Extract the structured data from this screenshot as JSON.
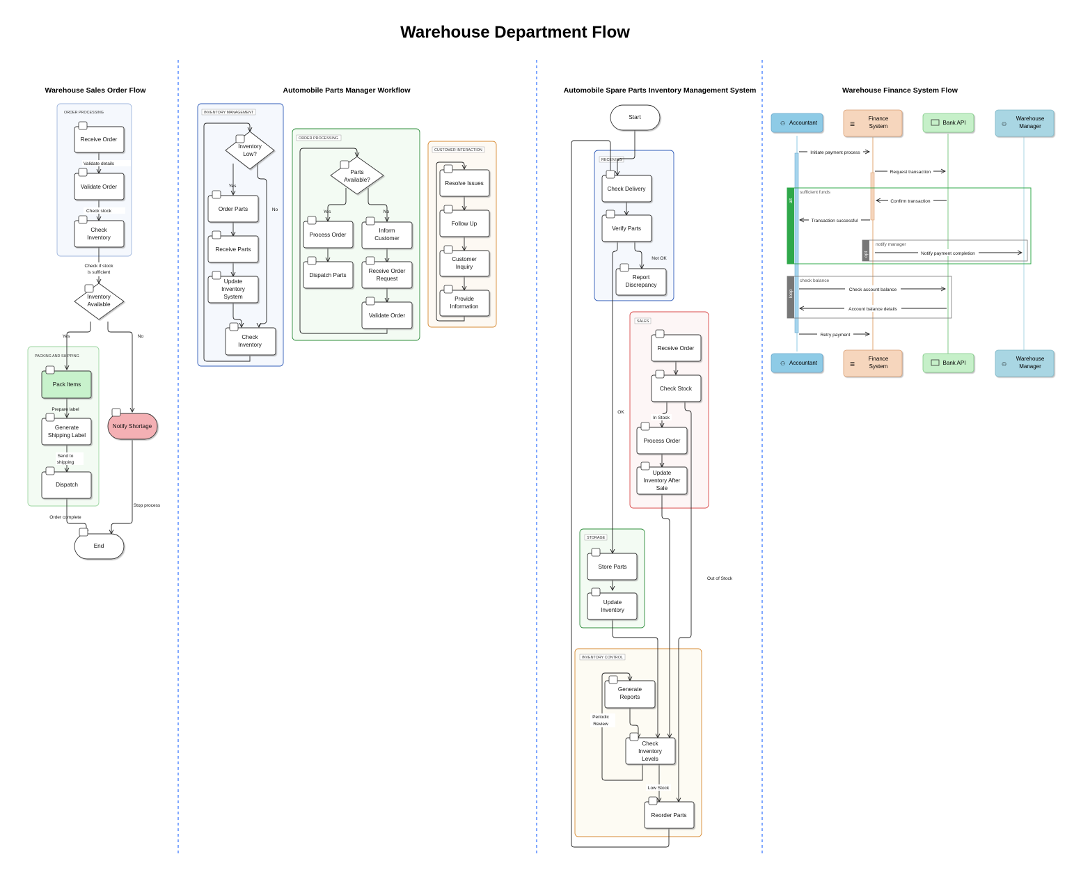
{
  "page": {
    "title": "Warehouse Department Flow"
  },
  "sections": {
    "sales": {
      "title": "Warehouse Sales Order Flow",
      "groups": {
        "order_processing": "ORDER PROCESSING",
        "packing_shipping": "PACKING AND SHIPPING"
      },
      "nodes": {
        "receive_order": "Receive Order",
        "validate_order": "Validate Order",
        "check_inventory": [
          "Check",
          "Inventory"
        ],
        "inventory_available": [
          "Inventory",
          "Available"
        ],
        "pack_items": "Pack Items",
        "generate_label": [
          "Generate",
          "Shipping Label"
        ],
        "dispatch": "Dispatch",
        "notify_shortage": "Notify Shortage",
        "end": "End"
      },
      "edges": {
        "validate_details": "Validate details",
        "check_stock": "Check stock",
        "check_if_sufficient": [
          "Check if stock",
          "is sufficient"
        ],
        "yes": "Yes",
        "no": "No",
        "prepare_label": "Prepare label",
        "send_to_shipping": [
          "Send to",
          "shipping"
        ],
        "order_complete": "Order complete",
        "stop_process": "Stop process"
      }
    },
    "parts_manager": {
      "title": "Automobile Parts Manager Workflow",
      "groups": {
        "inventory_management": "INVENTORY MANAGEMENT",
        "order_processing": "ORDER PROCESSING",
        "customer_interaction": "CUSTOMER INTERACTION"
      },
      "nodes": {
        "inventory_low": [
          "Inventory",
          "Low?"
        ],
        "order_parts": "Order Parts",
        "receive_parts": "Receive Parts",
        "update_inventory_system": [
          "Update",
          "Inventory",
          "System"
        ],
        "check_inventory": [
          "Check",
          "Inventory"
        ],
        "parts_available": [
          "Parts",
          "Available?"
        ],
        "process_order": "Process Order",
        "dispatch_parts": "Dispatch Parts",
        "inform_customer": [
          "Inform",
          "Customer"
        ],
        "receive_order_request": [
          "Receive Order",
          "Request"
        ],
        "validate_order": "Validate Order",
        "resolve_issues": "Resolve Issues",
        "follow_up": "Follow Up",
        "customer_inquiry": [
          "Customer",
          "Inquiry"
        ],
        "provide_information": [
          "Provide",
          "Information"
        ]
      },
      "edges": {
        "yes": "Yes",
        "no": "No"
      }
    },
    "spare_parts": {
      "title": "Automobile Spare Parts Inventory Management System",
      "groups": {
        "receiving": "RECEIVING",
        "sales": "SALES",
        "storage": "STORAGE",
        "inventory_control": "INVENTORY CONTROL"
      },
      "nodes": {
        "start": "Start",
        "check_delivery": "Check Delivery",
        "verify_parts": "Verify Parts",
        "report_discrepancy": [
          "Report",
          "Discrepancy"
        ],
        "receive_order": "Receive Order",
        "check_stock": "Check Stock",
        "process_order": "Process Order",
        "update_after_sale": [
          "Update",
          "Inventory After",
          "Sale"
        ],
        "store_parts": "Store Parts",
        "update_inventory": [
          "Update",
          "Inventory"
        ],
        "generate_reports": [
          "Generate",
          "Reports"
        ],
        "check_levels": [
          "Check",
          "Inventory",
          "Levels"
        ],
        "reorder_parts": "Reorder Parts"
      },
      "edges": {
        "not_ok": "Not OK",
        "ok": "OK",
        "in_stock": "In Stock",
        "out_of_stock": "Out of Stock",
        "periodic_review": [
          "Periodic",
          "Review"
        ],
        "low_stock": "Low Stock"
      }
    },
    "finance": {
      "title": "Warehouse Finance System Flow",
      "actors": {
        "accountant": "Accountant",
        "finance_system": [
          "Finance",
          "System"
        ],
        "bank_api": "Bank API",
        "warehouse_manager": [
          "Warehouse",
          "Manager"
        ]
      },
      "fragments": {
        "alt_tag": "alt",
        "alt_condition": "sufficient funds",
        "opt_tag": "opt",
        "opt_condition": "notify manager",
        "loop_tag": "loop",
        "loop_condition": "check balance"
      },
      "messages": {
        "initiate": "Initiate payment process",
        "request": "Request transaction",
        "confirm": "Confirm transaction",
        "successful": "Transaction successful",
        "notify": "Notify payment completion",
        "check_balance": "Check account balance",
        "balance_details": "Account balance details",
        "retry": "Retry payment"
      },
      "colors": {
        "accountant": "#8ecbe6",
        "finance": "#f6d6bd",
        "bank": "#c6f0c9",
        "manager": "#a9d6e3"
      }
    }
  },
  "colors": {
    "divider": "#3c78ff",
    "blue_group": "#2f5bb8",
    "green_group": "#2c8c3a",
    "orange_group": "#d78a33",
    "red_group": "#d94a4a",
    "green_fill": "#c8f2cc",
    "red_fill": "#f4b0b4"
  }
}
